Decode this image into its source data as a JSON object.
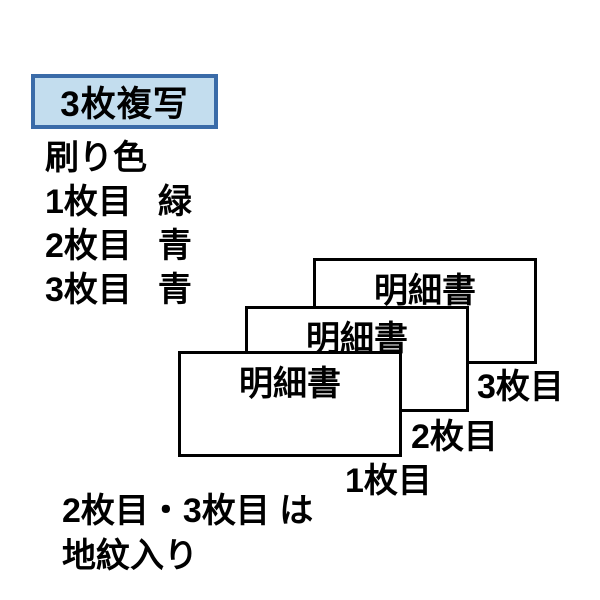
{
  "page": {
    "background_color": "#ffffff",
    "text_color": "#000000"
  },
  "title_badge": {
    "label": "3枚複写",
    "border_color": "#3a6ba8",
    "fill_color": "#c3ddee"
  },
  "print_colors": {
    "heading": "刷り色",
    "items": [
      {
        "sheet": "1枚目",
        "color": "緑"
      },
      {
        "sheet": "2枚目",
        "color": "青"
      },
      {
        "sheet": "3枚目",
        "color": "青"
      }
    ]
  },
  "sheets_diagram": {
    "form_title": "明細書",
    "border_color": "#000000",
    "fill_color": "#ffffff",
    "sheets": [
      {
        "label": "1枚目"
      },
      {
        "label": "2枚目"
      },
      {
        "label": "3枚目"
      }
    ]
  },
  "footnote": {
    "line1": "2枚目・3枚目 は",
    "line2": "地紋入り"
  }
}
